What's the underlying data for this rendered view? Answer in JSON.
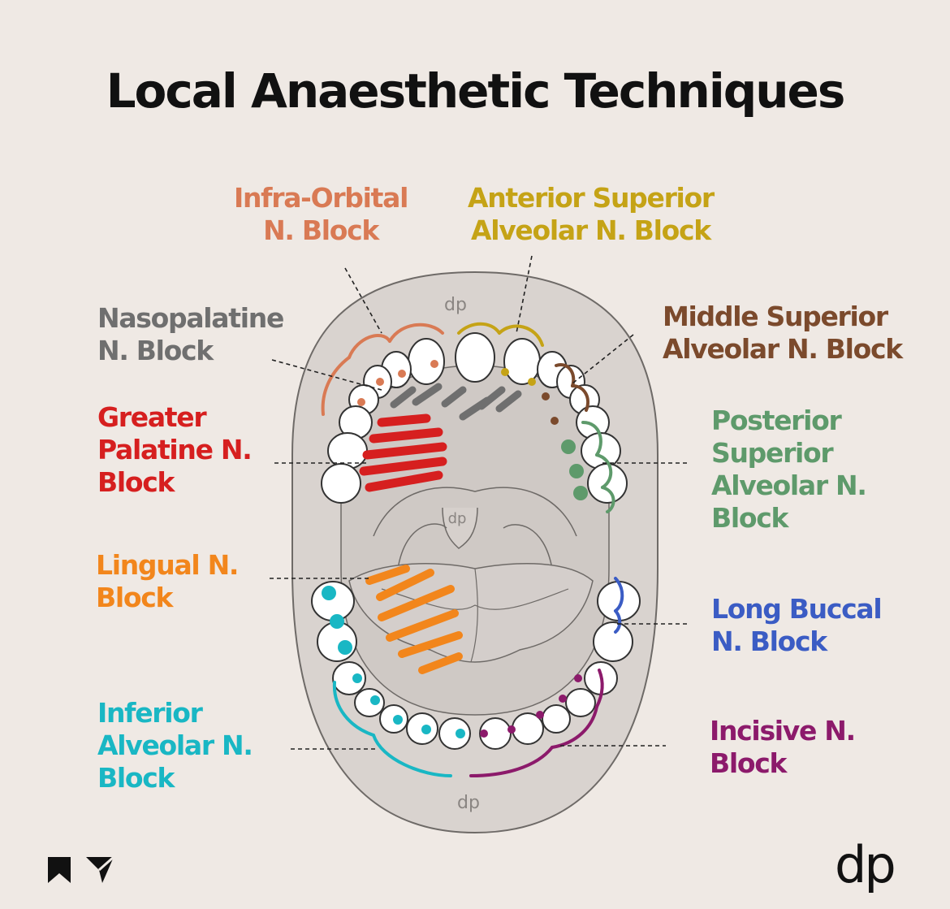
{
  "title": "Local Anaesthetic Techniques",
  "watermark": "dp",
  "brand": "dp",
  "labels": {
    "infra_orbital": {
      "line1": "Infra-Orbital",
      "line2": "N. Block",
      "color": "#d97a54"
    },
    "anterior_superior": {
      "line1": "Anterior Superior",
      "line2": "Alveolar N. Block",
      "color": "#c5a316"
    },
    "nasopalatine": {
      "line1": "Nasopalatine",
      "line2": "N. Block",
      "color": "#6f6f6f"
    },
    "middle_superior": {
      "line1": "Middle Superior",
      "line2": "Alveolar N. Block",
      "color": "#7b4a2c"
    },
    "greater_palatine": {
      "line1": "Greater",
      "line2": "Palatine N.",
      "line3": "Block",
      "color": "#d61f1f"
    },
    "posterior_superior": {
      "line1": "Posterior",
      "line2": "Superior",
      "line3": "Alveolar N.",
      "line4": "Block",
      "color": "#5e9a6b"
    },
    "lingual": {
      "line1": "Lingual N.",
      "line2": "Block",
      "color": "#f2861c"
    },
    "long_buccal": {
      "line1": "Long Buccal",
      "line2": "N. Block",
      "color": "#3b5cc4"
    },
    "inferior_alveolar": {
      "line1": "Inferior",
      "line2": "Alveolar N.",
      "line3": "Block",
      "color": "#19b7c4"
    },
    "incisive": {
      "line1": "Incisive N.",
      "line2": "Block",
      "color": "#8c1a6b"
    }
  },
  "icons": [
    "bookmark-icon",
    "send-icon"
  ]
}
